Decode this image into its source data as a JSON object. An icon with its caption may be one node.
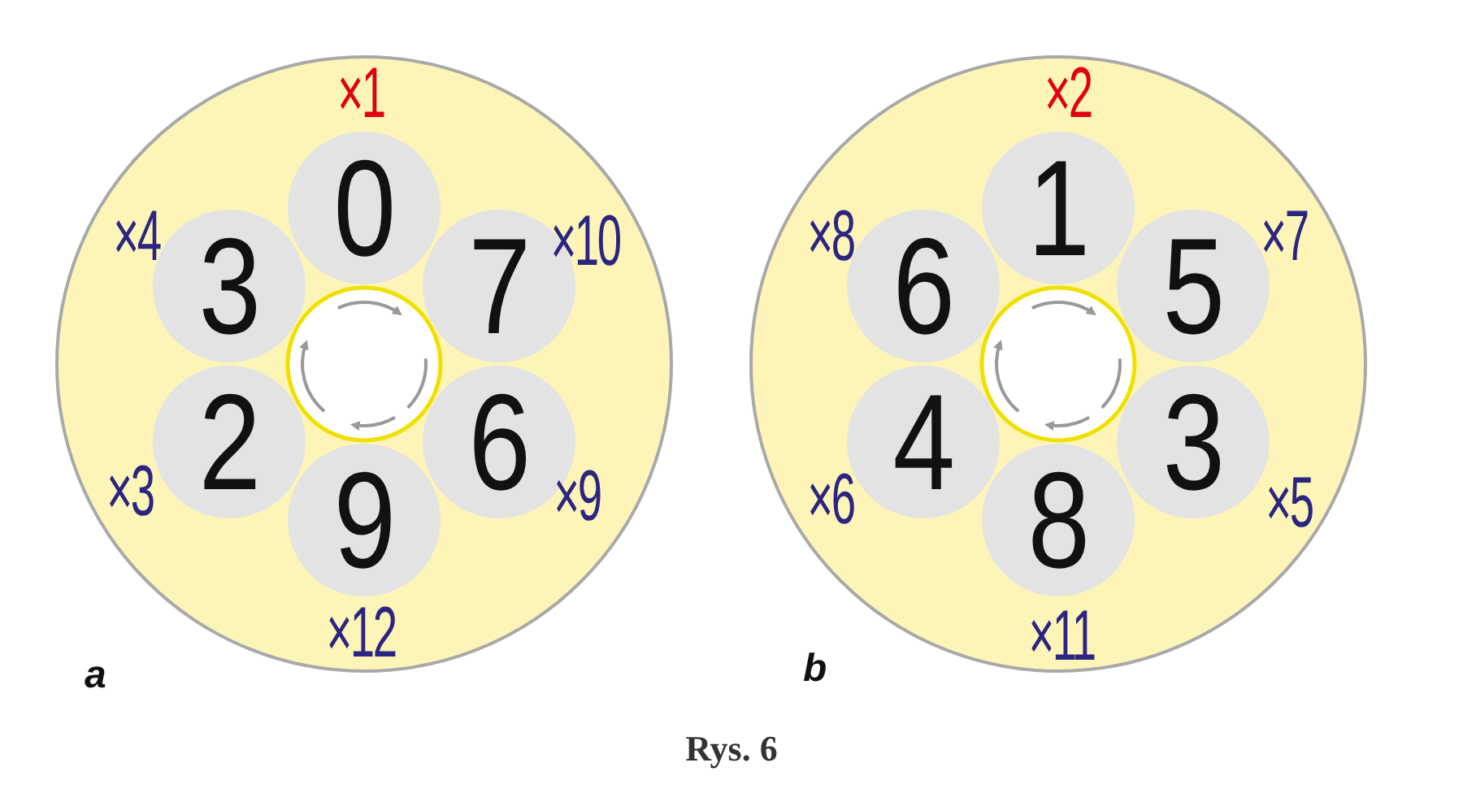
{
  "diagram": {
    "caption": "Rys. 6",
    "nodes": [
      {
        "text": [],
        "shape": "circle"
      },
      {
        "text": [
          "0"
        ],
        "in": 0
      },
      {
        "text": [
          "3"
        ],
        "in": 0
      },
      {
        "text": [
          "7"
        ],
        "in": 0
      },
      {
        "text": [
          "2"
        ],
        "in": 0
      },
      {
        "text": [
          "6"
        ],
        "in": 0
      },
      {
        "text": [
          "9"
        ],
        "in": 0
      },
      {
        "text": [],
        "shape": "circle"
      },
      {
        "text": [
          "1"
        ],
        "in": 7
      },
      {
        "text": [
          "6"
        ],
        "in": 7
      },
      {
        "text": [
          "5"
        ],
        "in": 7
      },
      {
        "text": [
          "4"
        ],
        "in": 7
      },
      {
        "text": [
          "3"
        ],
        "in": 7
      },
      {
        "text": [
          "8"
        ],
        "in": 7
      }
    ],
    "labels": [
      "×1",
      "×4",
      "×10",
      "×3",
      "×9",
      "×12",
      "a",
      "×2",
      "×8",
      "×7",
      "×6",
      "×5",
      "×11",
      "b"
    ]
  }
}
